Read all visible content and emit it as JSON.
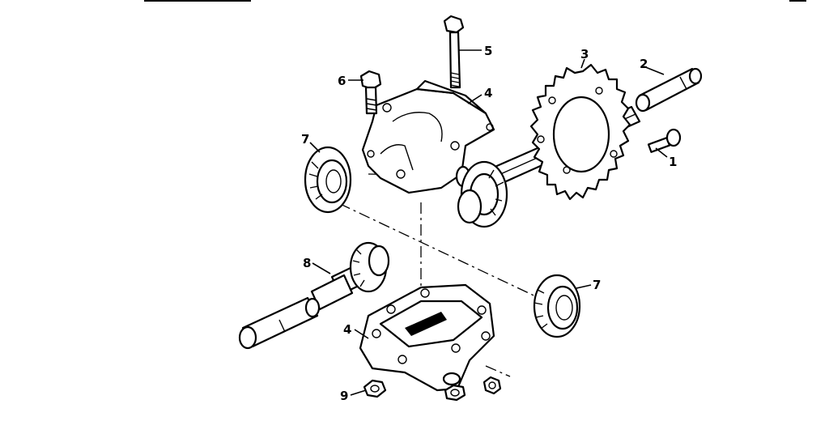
{
  "diagram": {
    "callouts": {
      "c1": "1",
      "c2": "2",
      "c3": "3",
      "c4_upper": "4",
      "c4_lower": "4",
      "c5": "5",
      "c6": "6",
      "c7_left": "7",
      "c7_right": "7",
      "c8": "8",
      "c9": "9"
    },
    "parts": [
      {
        "callout": "1",
        "name": "shoulder bolt"
      },
      {
        "callout": "2",
        "name": "axle shaft short"
      },
      {
        "callout": "3",
        "name": "sprocket"
      },
      {
        "callout": "4",
        "name": "housing half"
      },
      {
        "callout": "5",
        "name": "long bolt"
      },
      {
        "callout": "6",
        "name": "short bolt"
      },
      {
        "callout": "7",
        "name": "bevel gear"
      },
      {
        "callout": "8",
        "name": "axle shaft long"
      },
      {
        "callout": "9",
        "name": "nut"
      }
    ]
  }
}
